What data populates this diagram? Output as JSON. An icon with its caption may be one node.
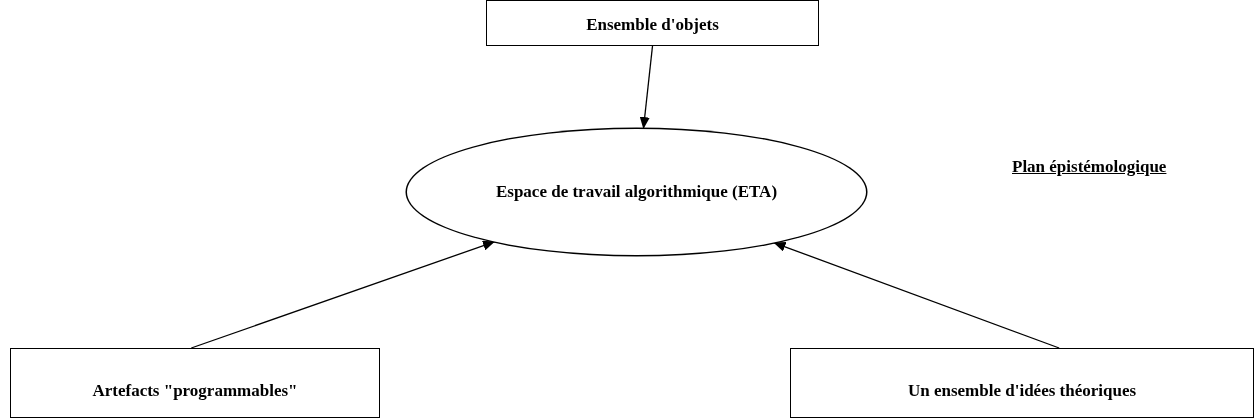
{
  "diagram": {
    "nodes": [
      {
        "text": [
          "Ensemble d'objets"
        ]
      },
      {
        "text": [
          "Espace de travail algorithmique (ETA)"
        ]
      },
      {
        "text": [
          "Artefacts \"programmables\""
        ]
      },
      {
        "text": [
          "Un ensemble d'idées théoriques"
        ]
      }
    ],
    "edges": [
      {
        "from": 0,
        "to": 1,
        "arrow": "to"
      },
      {
        "from": 2,
        "to": 1,
        "arrow": "to"
      },
      {
        "from": 3,
        "to": 1,
        "arrow": "to"
      }
    ],
    "labels": [
      "Plan épistémologique"
    ]
  }
}
